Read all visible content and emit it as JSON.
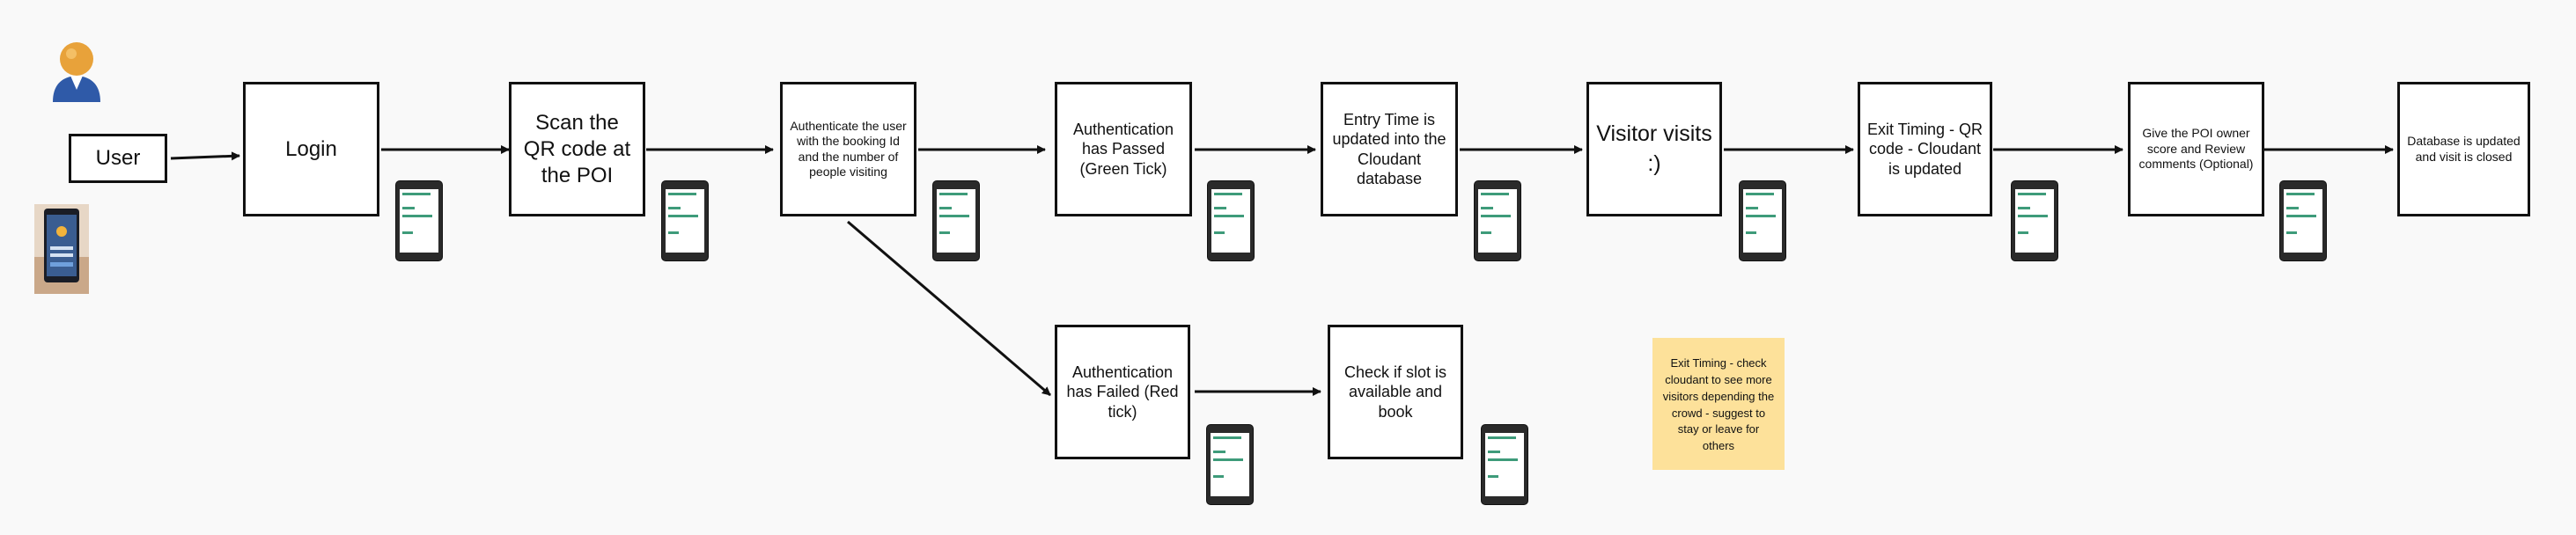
{
  "nodes": {
    "user": "User",
    "login": "Login",
    "scan_qr": "Scan the QR code at the POI",
    "authenticate": "Authenticate the user with the booking Id and the number of people visiting",
    "auth_passed": "Authentication has Passed (Green Tick)",
    "entry_time": "Entry Time is updated into the Cloudant database",
    "visitor_visits": "Visitor visits :)",
    "exit_timing": "Exit Timing - QR code - Cloudant is updated",
    "review": "Give the POI owner score and Review comments (Optional)",
    "db_closed": "Database is updated and visit is closed",
    "auth_failed": "Authentication has Failed (Red tick)",
    "check_slot": "Check if slot is available and book"
  },
  "note": "Exit Timing - check cloudant to see more visitors depending the crowd - suggest to stay or leave for others",
  "colors": {
    "node_border": "#111111",
    "note_fill": "#fde19a",
    "phone_body": "#2a2a2a",
    "phone_accent": "#3e9b7a",
    "avatar_head": "#e8a23a",
    "avatar_body": "#2f5aa8"
  },
  "icons": [
    "user-avatar-icon",
    "smartphone-login-icon",
    "phone-mockup-icon"
  ]
}
